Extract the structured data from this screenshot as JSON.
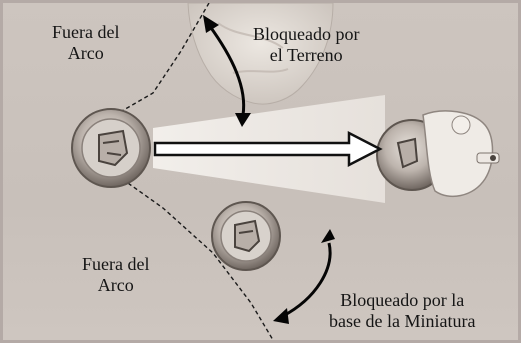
{
  "labels": {
    "out_of_arc_top": [
      "Fuera del",
      "Arco"
    ],
    "blocked_terrain": [
      "Bloqueado por",
      "el Terreno"
    ],
    "out_of_arc_bottom": [
      "Fuera del",
      "Arco"
    ],
    "blocked_base": [
      "Bloqueado por la",
      "base de la Miniatura"
    ]
  },
  "colors": {
    "background": "#cbc3bd",
    "line_of_fire": "#f1ede9",
    "arrow_outline": "#111111",
    "arrow_fill": "#ffffff",
    "dashed_arc": "#1a1a1a",
    "curved_arrows": "#050505",
    "border": "#b4aaa6"
  },
  "icons": {
    "attacker": "miniature-base-icon",
    "target": "miniature-base-icon",
    "blocker": "miniature-base-icon",
    "terrain": "rock-terrain-icon"
  }
}
